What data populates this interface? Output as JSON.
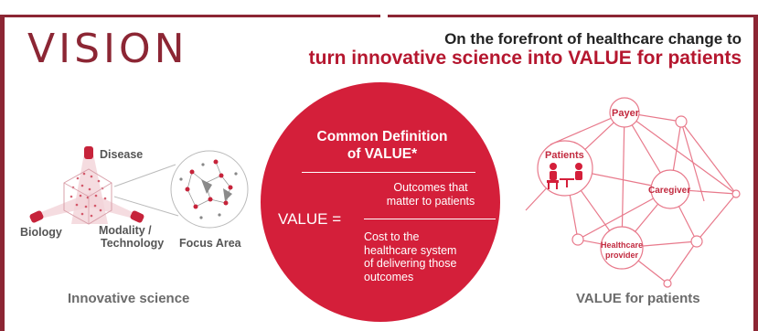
{
  "header": {
    "title": "VISION",
    "tagline_line1": "On the forefront of healthcare change to",
    "tagline_line2": "turn innovative science into VALUE for patients"
  },
  "left_panel": {
    "labels": {
      "disease": "Disease",
      "biology": "Biology",
      "modality": "Modality /",
      "technology": "Technology",
      "focus_area": "Focus Area"
    },
    "caption": "Innovative science"
  },
  "center_panel": {
    "definition_title_line1": "Common Definition",
    "definition_title_line2": "of VALUE*",
    "value_label": "VALUE =",
    "numerator_line1": "Outcomes that",
    "numerator_line2": "matter to patients",
    "denominator_line1": "Cost to the",
    "denominator_line2": "healthcare system",
    "denominator_line3": "of delivering those",
    "denominator_line4": "outcomes"
  },
  "right_panel": {
    "nodes": {
      "payer": "Payer",
      "patients": "Patients",
      "caregiver": "Caregiver",
      "provider_line1": "Healthcare",
      "provider_line2": "provider"
    },
    "caption": "VALUE for patients"
  },
  "colors": {
    "brand_dark_red": "#8c2634",
    "accent_red": "#d41f3a",
    "network_pink": "#e8798b"
  }
}
